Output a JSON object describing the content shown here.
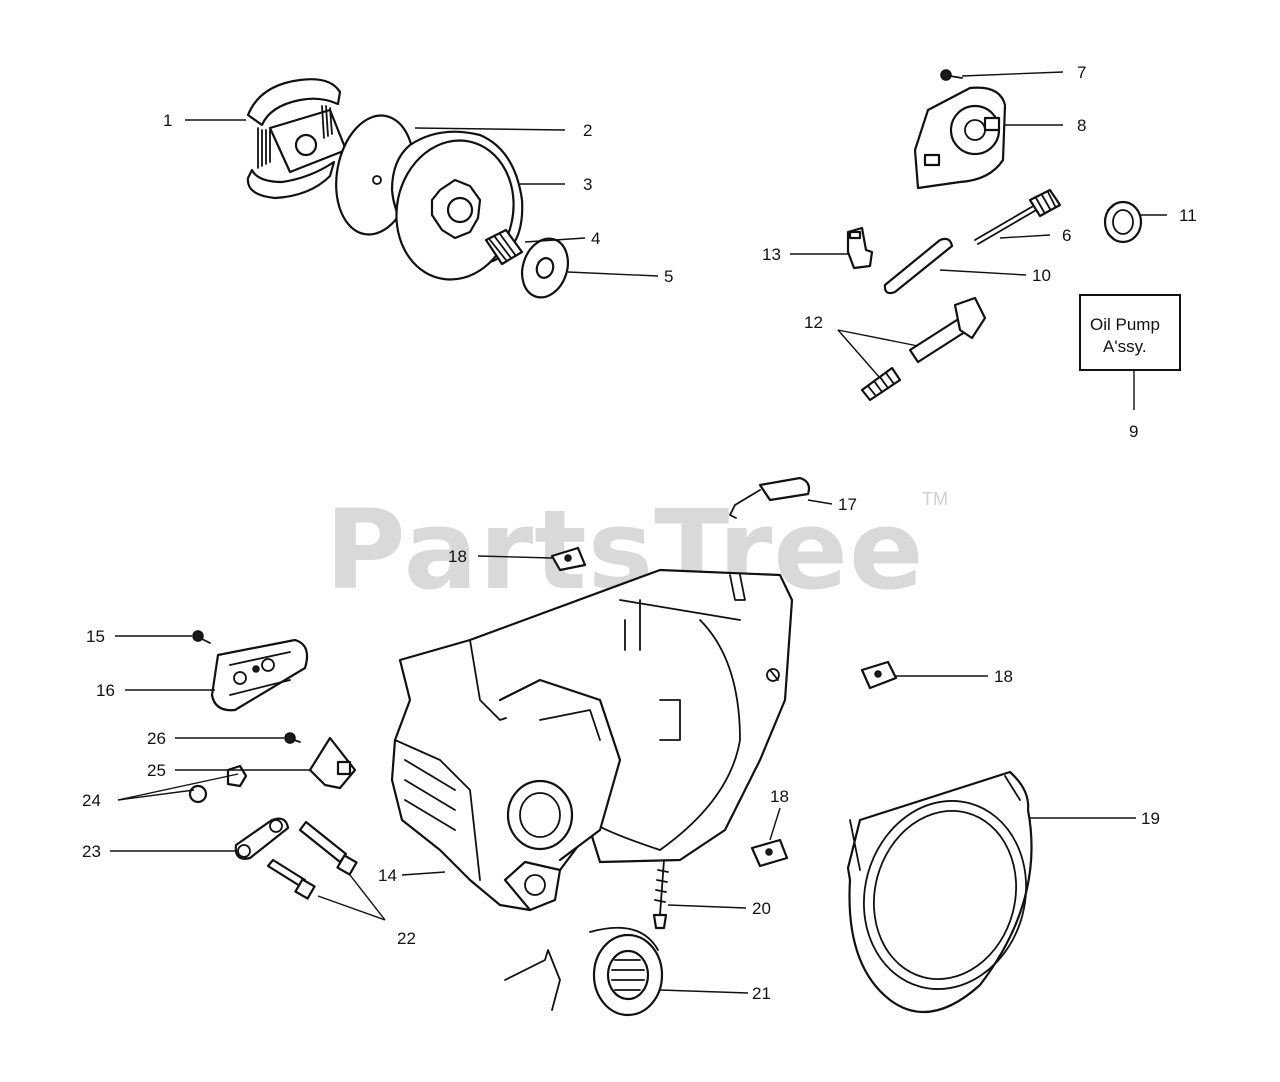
{
  "watermark": {
    "brand": "PartsTree",
    "trademark": "TM"
  },
  "oil_pump_box": {
    "line1": "Oil Pump",
    "line2": "A'ssy."
  },
  "callouts": {
    "c1": "1",
    "c2": "2",
    "c3": "3",
    "c4": "4",
    "c5": "5",
    "c6": "6",
    "c7": "7",
    "c8": "8",
    "c9": "9",
    "c10": "10",
    "c11": "11",
    "c12": "12",
    "c13": "13",
    "c14": "14",
    "c15": "15",
    "c16": "16",
    "c17": "17",
    "c18a": "18",
    "c18b": "18",
    "c18c": "18",
    "c19": "19",
    "c20": "20",
    "c21": "21",
    "c22": "22",
    "c23": "23",
    "c24": "24",
    "c25": "25",
    "c26": "26"
  }
}
